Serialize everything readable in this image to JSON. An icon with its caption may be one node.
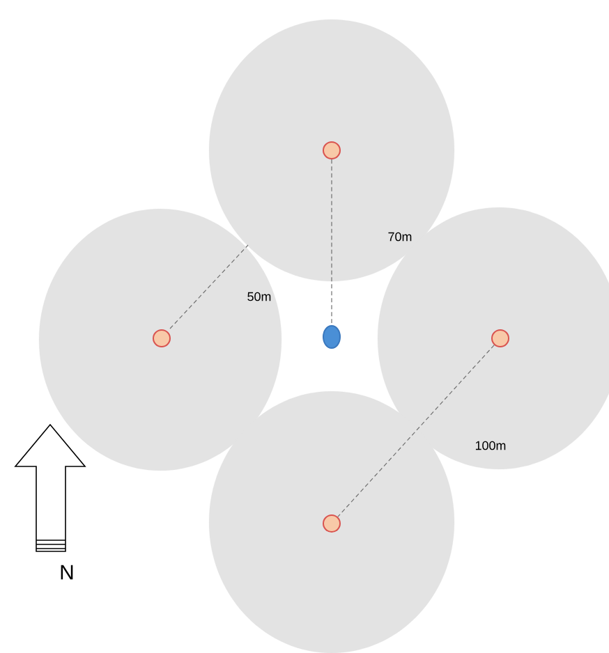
{
  "diagram": {
    "nodes": [
      {
        "text": [],
        "shape": "circle"
      },
      {
        "text": [],
        "shape": "circle",
        "in": 0
      },
      {
        "text": [],
        "shape": "circle"
      },
      {
        "text": [],
        "shape": "circle",
        "in": 2
      },
      {
        "text": [],
        "shape": "circle"
      },
      {
        "text": [],
        "shape": "circle",
        "in": 4
      },
      {
        "text": [],
        "shape": "circle"
      },
      {
        "text": [],
        "shape": "circle"
      },
      {
        "text": [],
        "shape": "circle",
        "in": 7
      }
    ],
    "edges": [
      {
        "from": 1,
        "to": 6,
        "arrow": "none",
        "style": "dashed",
        "label": "70m"
      },
      {
        "from": 5,
        "to": 8,
        "arrow": "none",
        "style": "dashed",
        "label": "100m"
      }
    ],
    "labels": [
      "50m",
      "N"
    ]
  }
}
